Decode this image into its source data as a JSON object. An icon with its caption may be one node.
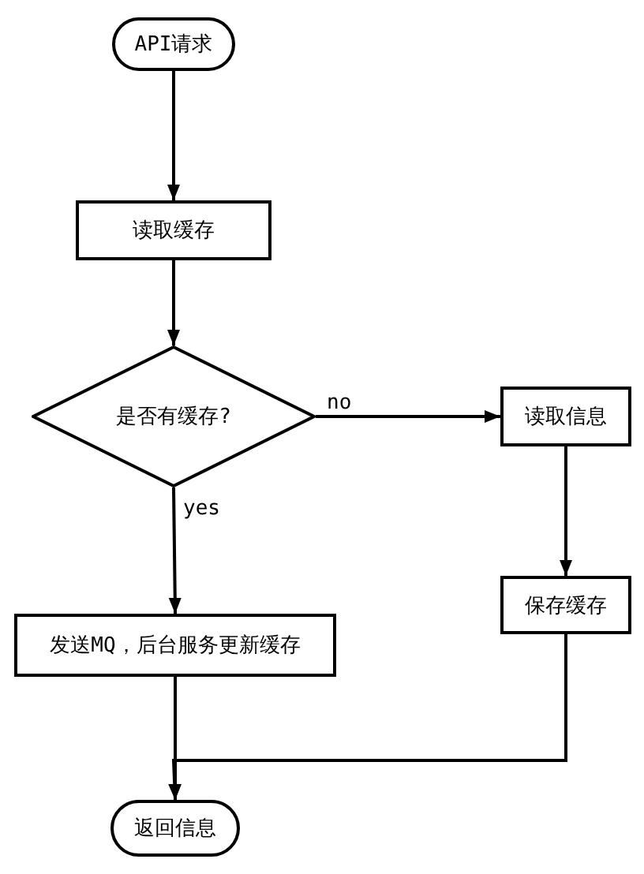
{
  "diagram": {
    "nodes": [
      {
        "text": [
          "API请求"
        ]
      },
      {
        "text": [
          "读取缓存"
        ]
      },
      {
        "text": [
          "是否有缓存?"
        ]
      },
      {
        "text": [
          "读取信息"
        ]
      },
      {
        "text": [
          "保存缓存"
        ]
      },
      {
        "text": [
          "发送MQ，后台服务更新缓存"
        ]
      },
      {
        "text": [
          "返回信息"
        ]
      }
    ],
    "edges": [
      {
        "from": 0,
        "to": 1,
        "arrow": "to"
      },
      {
        "from": 1,
        "to": 2,
        "arrow": "to"
      },
      {
        "from": 2,
        "to": 3,
        "label": "no",
        "arrow": "to"
      },
      {
        "from": 2,
        "to": 5,
        "label": "yes",
        "arrow": "to"
      },
      {
        "from": 3,
        "to": 4,
        "arrow": "to"
      },
      {
        "from": 5,
        "to": 6,
        "arrow": "to"
      },
      {
        "from": 4,
        "to": 6,
        "arrow": "to"
      }
    ]
  }
}
